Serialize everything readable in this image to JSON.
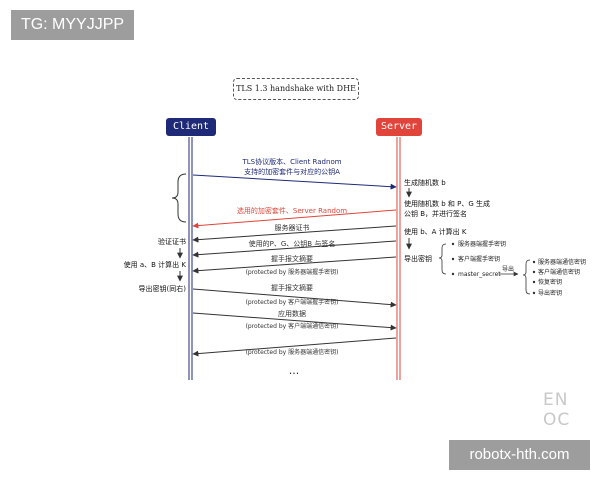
{
  "watermark_top": "TG: MYYJJPP",
  "watermark_bottom": "robotx-hth.com",
  "corner_logo": "EN OC",
  "title": "TLS 1.3 handshake with DHE",
  "actors": {
    "client": "Client",
    "server": "Server"
  },
  "messages": [
    {
      "lines": [
        "TLS协议版本、Client Radnom",
        "支持的加密套件与对应的公钥A"
      ],
      "dir": "right",
      "color": "#1e2a78"
    },
    {
      "lines": [
        "选用的加密套件、Server Random"
      ],
      "dir": "left",
      "color": "#e0443a"
    },
    {
      "lines": [
        "服务器证书"
      ],
      "dir": "left",
      "color": "#333333"
    },
    {
      "lines": [
        "使用的P、G、公钥B 与签名"
      ],
      "dir": "left",
      "color": "#333333"
    },
    {
      "lines": [
        "握手报文摘要"
      ],
      "dir": "left",
      "color": "#333333"
    },
    {
      "lines": [
        "(protected by 服务器端握手密钥)"
      ],
      "dir": "left",
      "color": "#333333"
    },
    {
      "lines": [
        "握手报文摘要"
      ],
      "dir": "right",
      "color": "#333333"
    },
    {
      "lines": [
        "(protected by 客户端端握手密钥)"
      ],
      "dir": "right",
      "color": "#333333"
    },
    {
      "lines": [
        "应用数据",
        "(protected by 客户端端通信密钥)"
      ],
      "dir": "right",
      "color": "#333333"
    },
    {
      "lines": [
        "(protected by 服务器端通信密钥)"
      ],
      "dir": "left",
      "color": "#333333"
    }
  ],
  "server_steps": [
    "生成随机数 b",
    "使用随机数 b 和 P、G 生成",
    "公钥 B，并进行签名",
    "使用 b、A 计算出 K",
    "导出密钥"
  ],
  "client_steps": [
    "验证证书",
    "使用 a、B 计算出 K",
    "导出密钥(同右)"
  ],
  "key_tree": {
    "level1": [
      "服务器端握手密钥",
      "客户端握手密钥",
      "master_secret"
    ],
    "derive_label": "导出",
    "level2": [
      "服务器端通信密钥",
      "客户端通信密钥",
      "恢复密钥",
      "导出密钥"
    ]
  },
  "ellipsis": "..."
}
